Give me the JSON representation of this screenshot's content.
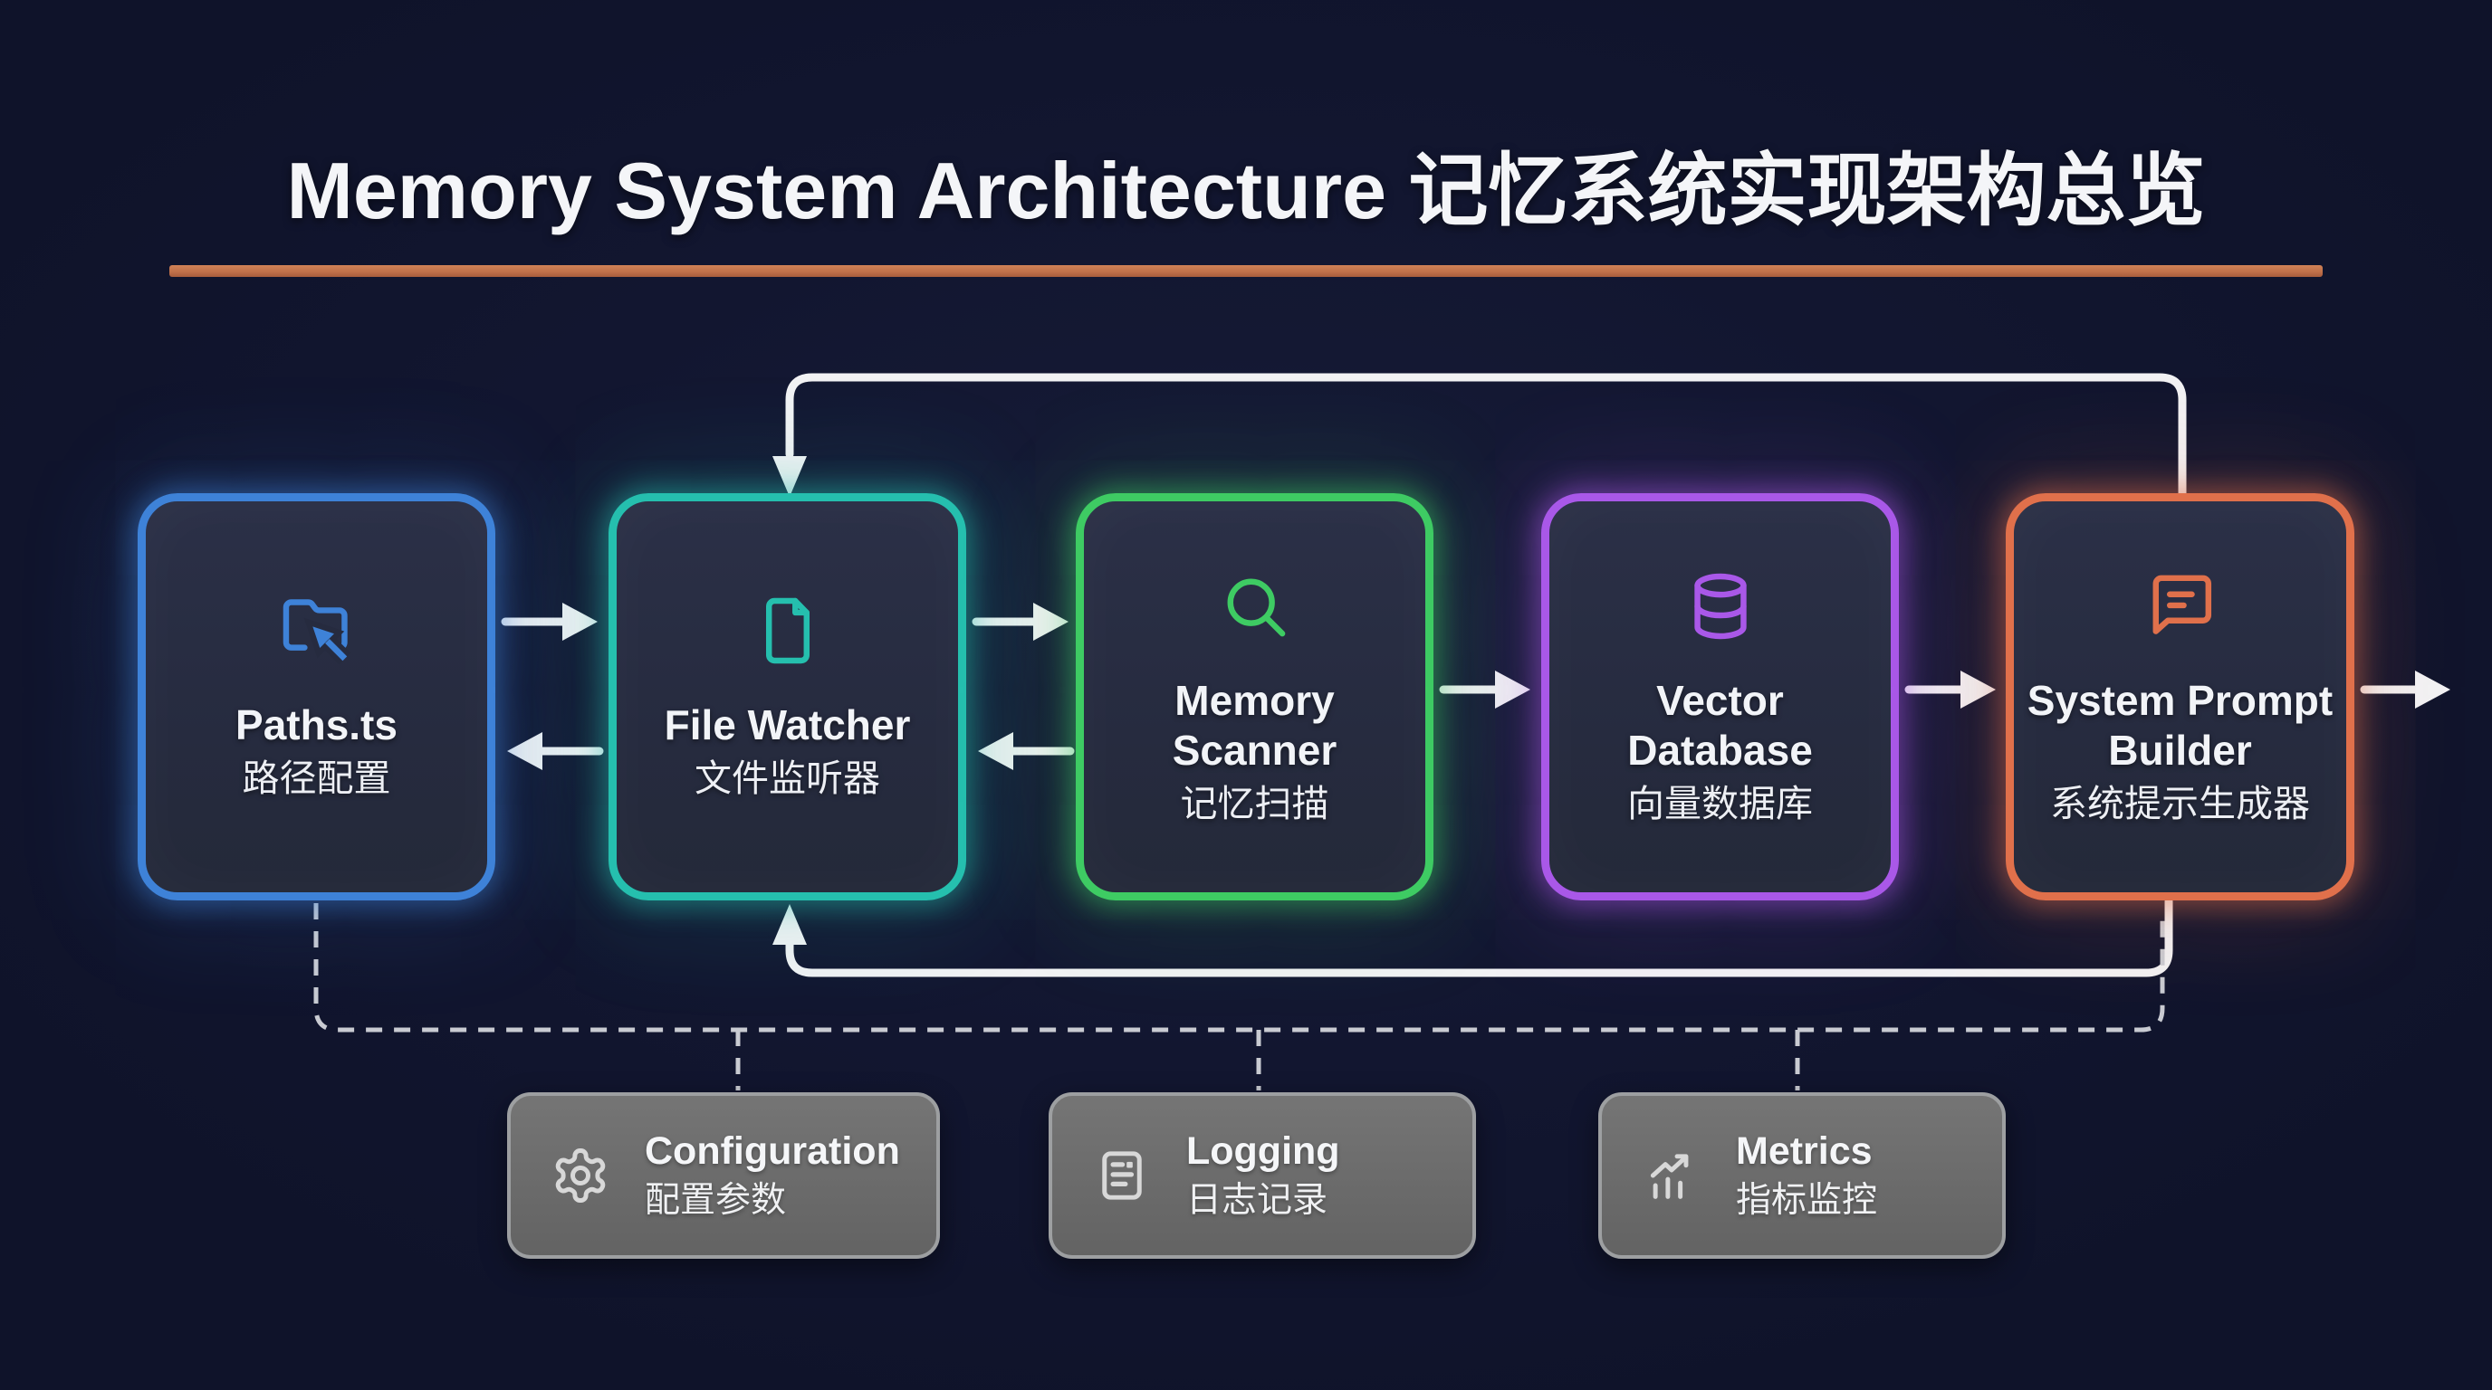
{
  "title": {
    "text": "Memory System Architecture 记忆系统实现架构总览",
    "underline_color": "#c1714a"
  },
  "background_color": "#12162e",
  "nodes": [
    {
      "id": "paths-ts",
      "en": "Paths.ts",
      "zh": "路径配置",
      "color": "#3e82d8",
      "icon": "folder-cursor-icon"
    },
    {
      "id": "file-watcher",
      "en": "File Watcher",
      "zh": "文件监听器",
      "color": "#25bfae",
      "icon": "file-icon"
    },
    {
      "id": "memory-scanner",
      "en": "Memory\nScanner",
      "zh": "记忆扫描",
      "color": "#3ecb63",
      "icon": "search-icon"
    },
    {
      "id": "vector-database",
      "en": "Vector\nDatabase",
      "zh": "向量数据库",
      "color": "#a958e8",
      "icon": "database-icon"
    },
    {
      "id": "system-prompt-builder",
      "en": "System Prompt\nBuilder",
      "zh": "系统提示生成器",
      "color": "#e0704b",
      "icon": "chat-bubble-icon"
    }
  ],
  "support_nodes": [
    {
      "id": "configuration",
      "en": "Configuration",
      "zh": "配置参数",
      "icon": "gear-icon",
      "color": "#6b6b6b"
    },
    {
      "id": "logging",
      "en": "Logging",
      "zh": "日志记录",
      "icon": "log-file-icon",
      "color": "#6b6b6b"
    },
    {
      "id": "metrics",
      "en": "Metrics",
      "zh": "指标监控",
      "icon": "trend-chart-icon",
      "color": "#6b6b6b"
    }
  ],
  "connectors": {
    "solid_color": "#f2f2f4",
    "dashed_color": "#c9cbd2",
    "flow": [
      "paths-ts <-> file-watcher",
      "file-watcher <-> memory-scanner",
      "memory-scanner -> vector-database",
      "vector-database -> system-prompt-builder",
      "system-prompt-builder -> out",
      "system-prompt-builder -> file-watcher (top feedback loop)",
      "system-prompt-builder -> file-watcher (bottom feedback loop)",
      "paths-ts --dashed--> configuration, logging, metrics, system-prompt-builder"
    ]
  }
}
